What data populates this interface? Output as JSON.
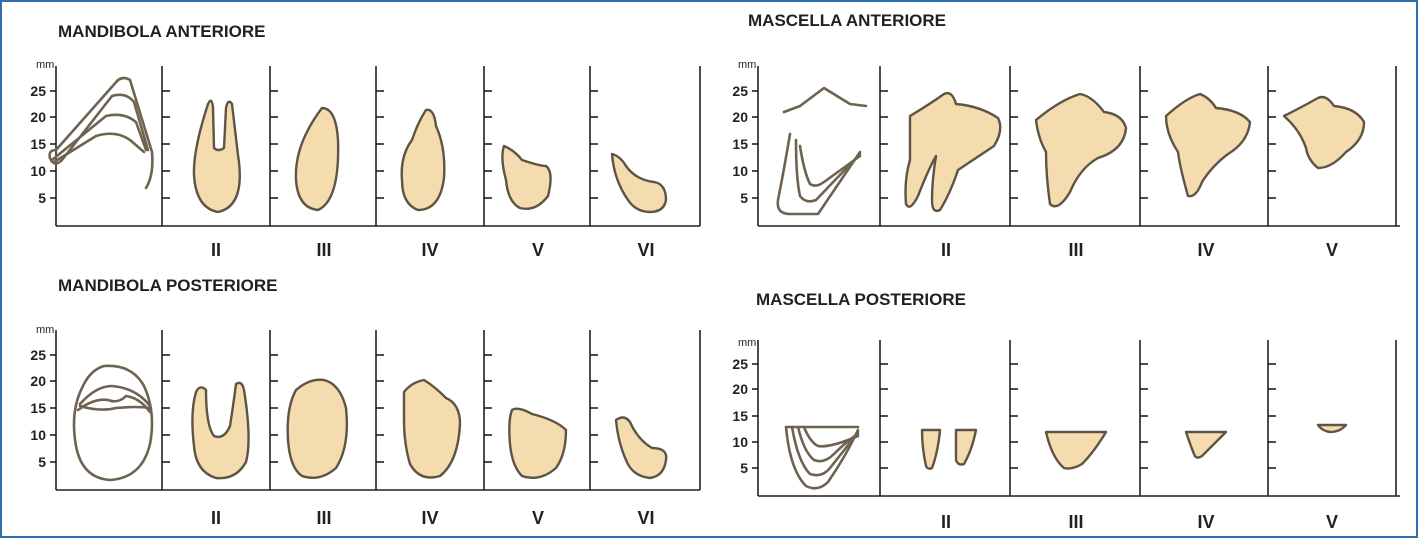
{
  "panels": [
    {
      "id": "mandibola-anteriore",
      "title": "MANDIBOLA ANTERIORE",
      "unit": "mm",
      "y_ticks": [
        "25",
        "20",
        "15",
        "10",
        "5"
      ],
      "columns": [
        "II",
        "III",
        "IV",
        "V",
        "VI"
      ]
    },
    {
      "id": "mascella-anteriore",
      "title": "MASCELLA ANTERIORE",
      "unit": "mm",
      "y_ticks": [
        "25",
        "20",
        "15",
        "10",
        "5"
      ],
      "columns": [
        "II",
        "III",
        "IV",
        "V"
      ]
    },
    {
      "id": "mandibola-posteriore",
      "title": "MANDIBOLA POSTERIORE",
      "unit": "mm",
      "y_ticks": [
        "25",
        "20",
        "15",
        "10",
        "5"
      ],
      "columns": [
        "II",
        "III",
        "IV",
        "V",
        "VI"
      ]
    },
    {
      "id": "mascella-posteriore",
      "title": "MASCELLA POSTERIORE",
      "unit": "mm",
      "y_ticks": [
        "25",
        "20",
        "15",
        "10",
        "5"
      ],
      "columns": [
        "II",
        "III",
        "IV",
        "V"
      ]
    }
  ],
  "colors": {
    "frame": "#2f6fb0",
    "bone_fill": "#f5dcae",
    "bone_stroke": "#5e5445",
    "trabecular": "#6f6555",
    "text": "#231f20"
  }
}
